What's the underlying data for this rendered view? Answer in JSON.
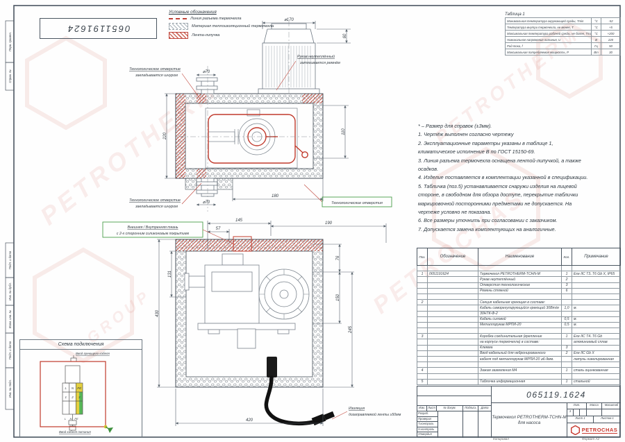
{
  "doc": {
    "number_rotated": "0651191624",
    "number": "065119.1624",
    "copy": "Копировал",
    "format": "Формат А2"
  },
  "colors": {
    "accent_red": "#c0443a",
    "green": "#4a9e4a",
    "yellow": "#e3cf3f",
    "logo_red": "#c8372d"
  },
  "watermark": {
    "text1": "PETROTHERM",
    "text2": "PETROCHAS",
    "text3": "GROUP"
  },
  "legend": {
    "title": "Условные обозначения",
    "items": [
      {
        "label": "Линия разъема термочехла"
      },
      {
        "label": "Материал теплоизоляционный термочехла"
      },
      {
        "label": "Лента-липучка"
      }
    ]
  },
  "table1": {
    "title": "Таблица 1",
    "rows": [
      [
        "Минимальная температура окружающей среды, Tmin",
        "°С",
        "-52"
      ],
      [
        "Температура внутри термочехла, не менее, Т",
        "°С",
        "+5"
      ],
      [
        "Максимальная температура рабочей среды, не более, Tmax",
        "°С",
        "+200"
      ],
      [
        "Номинальное напряжение питания, U",
        "В",
        "220"
      ],
      [
        "Род тока, f",
        "Гц",
        "50"
      ],
      [
        "Максимальная потребляемая мощность, P",
        "Вт",
        "30"
      ]
    ]
  },
  "notes": {
    "lines": [
      "* – Размер для справок (±3мм).",
      "1. Чертёж выполнен согласно чертежу",
      "2. Эксплуатационные параметры указаны в таблице 1,",
      "климатическое исполнение В по ГОСТ 15150-69.",
      "3. Линия разъема термочехла оснащена лентой-липучкой, а также",
      "осадков.",
      "4. Изделие поставляется в комплектации указанной в спецификации.",
      "5. Табличка (поз.5) устанавливается снаружи изделия на лицевой",
      "стороне, в свободном для обзора доступе, перекрытие таблички",
      "маркировочной посторонними предметами не допускается. На",
      "чертеже условно не показана.",
      "6. Все размеры уточнить при согласовании с заказчиком.",
      "7. Допускается замена комплектующих на аналогичные."
    ]
  },
  "spec": {
    "headers": [
      "Поз.",
      "Обозначение",
      "Наименование",
      "Кол.",
      "Примечание"
    ],
    "rows": [
      [
        "",
        "",
        "",
        "",
        ""
      ],
      [
        "1",
        "0651191624",
        "Термочехол PETROTHERM-TCHN-M",
        "1",
        "Exe IIC T3..T6 Gb X, IP65"
      ],
      [
        "",
        "",
        "Рукав неутеплённый",
        "2",
        ""
      ],
      [
        "",
        "",
        "Отверстия технологические",
        "3",
        ""
      ],
      [
        "",
        "",
        "Ремень стяжной",
        "6",
        ""
      ],
      [
        "",
        "",
        "",
        "",
        ""
      ],
      [
        "2",
        "",
        "Секция кабельная греющая в составе:",
        "",
        ""
      ],
      [
        "",
        "",
        "Кабель саморегулирующийся греющий 30Вт/м",
        "1,0",
        "м."
      ],
      [
        "",
        "",
        "30НТК-Ф-2",
        "",
        ""
      ],
      [
        "",
        "",
        "Кабель силовой",
        "0,5",
        "м."
      ],
      [
        "",
        "",
        "Металлорукав МРПИ-20",
        "0,5",
        "м."
      ],
      [
        "",
        "",
        "",
        "",
        ""
      ],
      [
        "3",
        "",
        "Коробка соединительная (крепление",
        "1",
        "Exe IIC T4..T6 Gb"
      ],
      [
        "",
        "",
        "на корпусе термочехла) в составе:",
        "",
        "алюминиевый сплав"
      ],
      [
        "",
        "",
        "Клемма",
        "3",
        ""
      ],
      [
        "",
        "",
        "Ввод кабельный для небронированного",
        "2",
        "Exe IIC Gb X"
      ],
      [
        "",
        "",
        "кабеля под металлорукав МРПИ-20 ⌀6-9мм.",
        "",
        "латунь никелированная"
      ],
      [
        "",
        "",
        "",
        "",
        ""
      ],
      [
        "4",
        "",
        "Зажим заземления М4",
        "1",
        "сталь оцинкованная"
      ],
      [
        "",
        "",
        "",
        "",
        ""
      ],
      [
        "5",
        "",
        "Табличка информационная",
        "1",
        "стальной"
      ]
    ]
  },
  "titleblock": {
    "doc_number": "065119.1624",
    "title_line1": "Термочехол PETROTHERM-TCHN-M",
    "title_line2": "для насоса",
    "lit_header": "Лит.",
    "mass_header": "Масса",
    "scale_header": "Масштаб",
    "lit_value": "3",
    "sheet": "Лист 1",
    "sheets": "Листов 1",
    "sig_rows": [
      "Разраб.",
      "Проверил",
      "Т.контроль",
      "Н.контроль",
      "Утвердил"
    ],
    "change_cols": [
      "Изм.",
      "Лист",
      "№ докум.",
      "Подпись",
      "Дата"
    ],
    "logo_text": "PETROCHAS"
  },
  "scheme": {
    "title": "Схема подключения",
    "top_label": "Ввод греющего кабеля",
    "bottom_label": "Ввод кабеля питания",
    "terminals": [
      "L",
      "N",
      "PE"
    ],
    "numbers": [
      "1",
      "2",
      "3"
    ],
    "terminals_bottom": [
      "L",
      "N",
      "PE"
    ]
  },
  "callouts": {
    "tech_hole_1": "Технологическое отверстие",
    "tech_hole_2": "закладывается шнуром",
    "sleeve_1": "Рукав неутеплённый",
    "sleeve_2": "затягивается ремнём",
    "tech_holes": "Технологические отверстия",
    "fabric_1": "Внешняя / Внутренняя ткань",
    "fabric_2": "с 2-х сторонним силиконовым покрытием",
    "insul_1": "Изоляция",
    "insul_2": "дозаправляемой ленты ≥50мм"
  },
  "dims": {
    "motor_d": "⌀170",
    "flange_top_d": "⌀70",
    "cap_h": "60",
    "cover_h": "220",
    "inner_h": "110",
    "bottom_w": "180",
    "flange_bot_d": "⌀70",
    "front_w1": "145",
    "front_w2": "57",
    "front_w3": "190",
    "front_h1": "131",
    "front_h": "430",
    "right_h1": "76",
    "right_h2": "150",
    "right_h3": "245",
    "front_w": "420"
  },
  "frame": {
    "left_labels": [
      "Перв. примен.",
      "Справ. №",
      "Подп. и дата",
      "Инв. № дубл.",
      "Взам. инв. №",
      "Подп. и дата",
      "Инв. № подл."
    ]
  }
}
